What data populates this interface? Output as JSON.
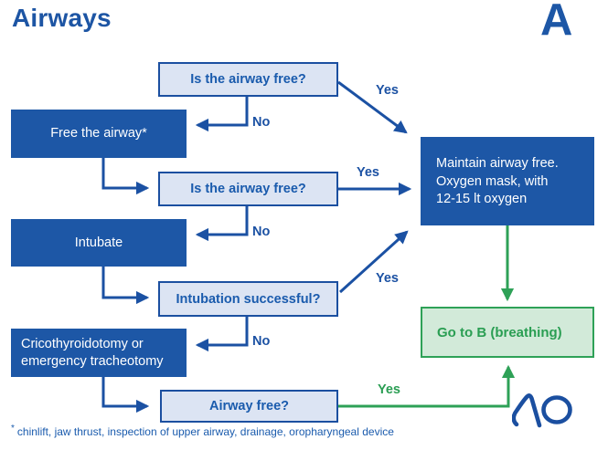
{
  "page": {
    "title": "Airways",
    "section_letter": "A",
    "footnote_marker": "*",
    "footnote": "chinlift, jaw thrust, inspection of upper airway, drainage, oropharyngeal device"
  },
  "colors": {
    "title_blue": "#1d55a4",
    "dark_blue": "#1d57a6",
    "light_blue_fill": "#dce4f3",
    "blue_border": "#1b4fa0",
    "blue_text": "#1a5bad",
    "blue_line": "#1b51a3",
    "green": "#2ea157",
    "green_fill": "#d2ead9",
    "green_text": "#2a9e53"
  },
  "flowchart": {
    "decision_boxes": [
      {
        "id": "q1",
        "label": "Is the airway free?"
      },
      {
        "id": "q2",
        "label": "Is the airway free?"
      },
      {
        "id": "q3",
        "label": "Intubation successful?"
      },
      {
        "id": "q4",
        "label": "Airway free?"
      }
    ],
    "action_boxes": [
      {
        "id": "a1",
        "lines": [
          "Free the airway*"
        ]
      },
      {
        "id": "a2",
        "lines": [
          "Intubate"
        ]
      },
      {
        "id": "a3",
        "lines": [
          "Cricothyroidotomy or",
          "emergency tracheotomy"
        ]
      }
    ],
    "outcome_box": {
      "id": "maintain",
      "lines": [
        "Maintain airway free.",
        "Oxygen mask, with",
        "12-15 lt oxygen"
      ]
    },
    "goto_box": {
      "id": "goto_b",
      "label": "Go to B (breathing)"
    },
    "edges": [
      {
        "from": "q1",
        "to": "a1",
        "label": "No"
      },
      {
        "from": "q1",
        "to": "maintain",
        "label": "Yes"
      },
      {
        "from": "a1",
        "to": "q2",
        "label": ""
      },
      {
        "from": "q2",
        "to": "a2",
        "label": "No"
      },
      {
        "from": "q2",
        "to": "maintain",
        "label": "Yes"
      },
      {
        "from": "a2",
        "to": "q3",
        "label": ""
      },
      {
        "from": "q3",
        "to": "a3",
        "label": "No"
      },
      {
        "from": "q3",
        "to": "maintain",
        "label": "Yes"
      },
      {
        "from": "a3",
        "to": "q4",
        "label": ""
      },
      {
        "from": "q4",
        "to": "goto_b",
        "label": "Yes"
      },
      {
        "from": "maintain",
        "to": "goto_b",
        "label": ""
      }
    ]
  },
  "logo": {
    "name": "AO"
  }
}
